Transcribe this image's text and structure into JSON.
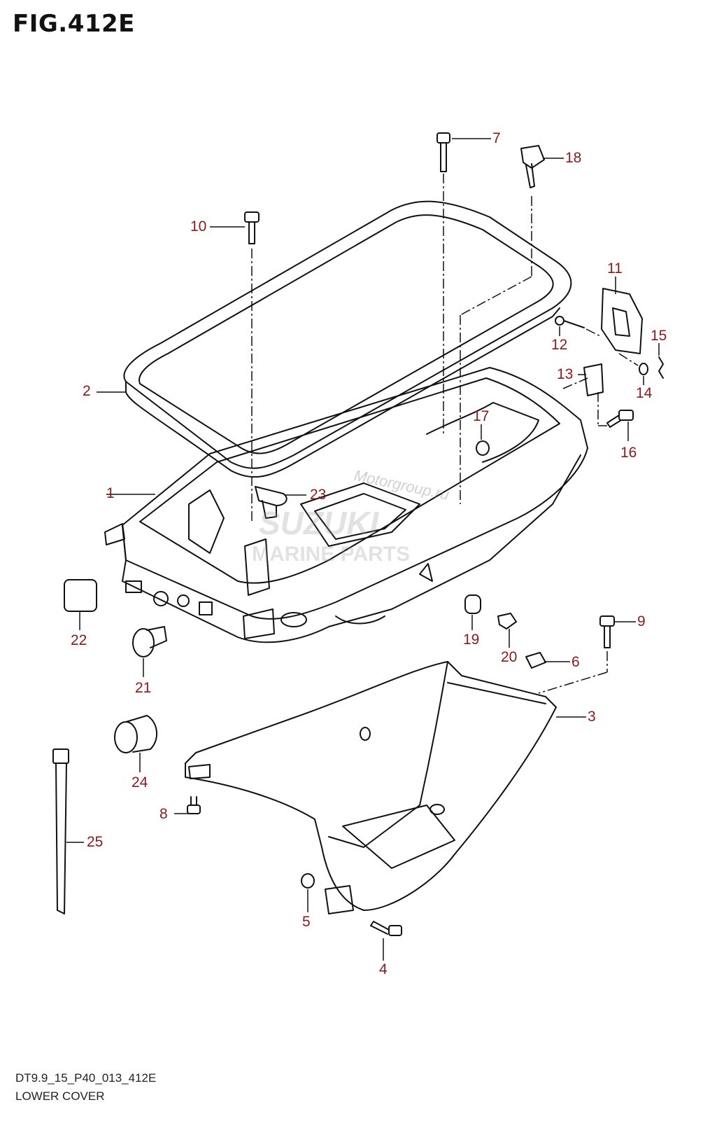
{
  "figure": {
    "title": "FIG.412E",
    "code": "DT9.9_15_P40_013_412E",
    "caption": "LOWER COVER"
  },
  "watermark": {
    "site": "Motorgroup.ru",
    "brand": "SUZUKI",
    "subtitle": "MARINE PARTS"
  },
  "callouts": [
    {
      "id": "1",
      "label": "1"
    },
    {
      "id": "2",
      "label": "2"
    },
    {
      "id": "3",
      "label": "3"
    },
    {
      "id": "4",
      "label": "4"
    },
    {
      "id": "5",
      "label": "5"
    },
    {
      "id": "6",
      "label": "6"
    },
    {
      "id": "7",
      "label": "7"
    },
    {
      "id": "8",
      "label": "8"
    },
    {
      "id": "9",
      "label": "9"
    },
    {
      "id": "10",
      "label": "10"
    },
    {
      "id": "11",
      "label": "11"
    },
    {
      "id": "12",
      "label": "12"
    },
    {
      "id": "13",
      "label": "13"
    },
    {
      "id": "14",
      "label": "14"
    },
    {
      "id": "15",
      "label": "15"
    },
    {
      "id": "16",
      "label": "16"
    },
    {
      "id": "17",
      "label": "17"
    },
    {
      "id": "18",
      "label": "18"
    },
    {
      "id": "19",
      "label": "19"
    },
    {
      "id": "20",
      "label": "20"
    },
    {
      "id": "21",
      "label": "21"
    },
    {
      "id": "22",
      "label": "22"
    },
    {
      "id": "23",
      "label": "23"
    },
    {
      "id": "24",
      "label": "24"
    },
    {
      "id": "25",
      "label": "25"
    }
  ],
  "colors": {
    "callout_text": "#8b1a1a",
    "line": "#111111"
  }
}
